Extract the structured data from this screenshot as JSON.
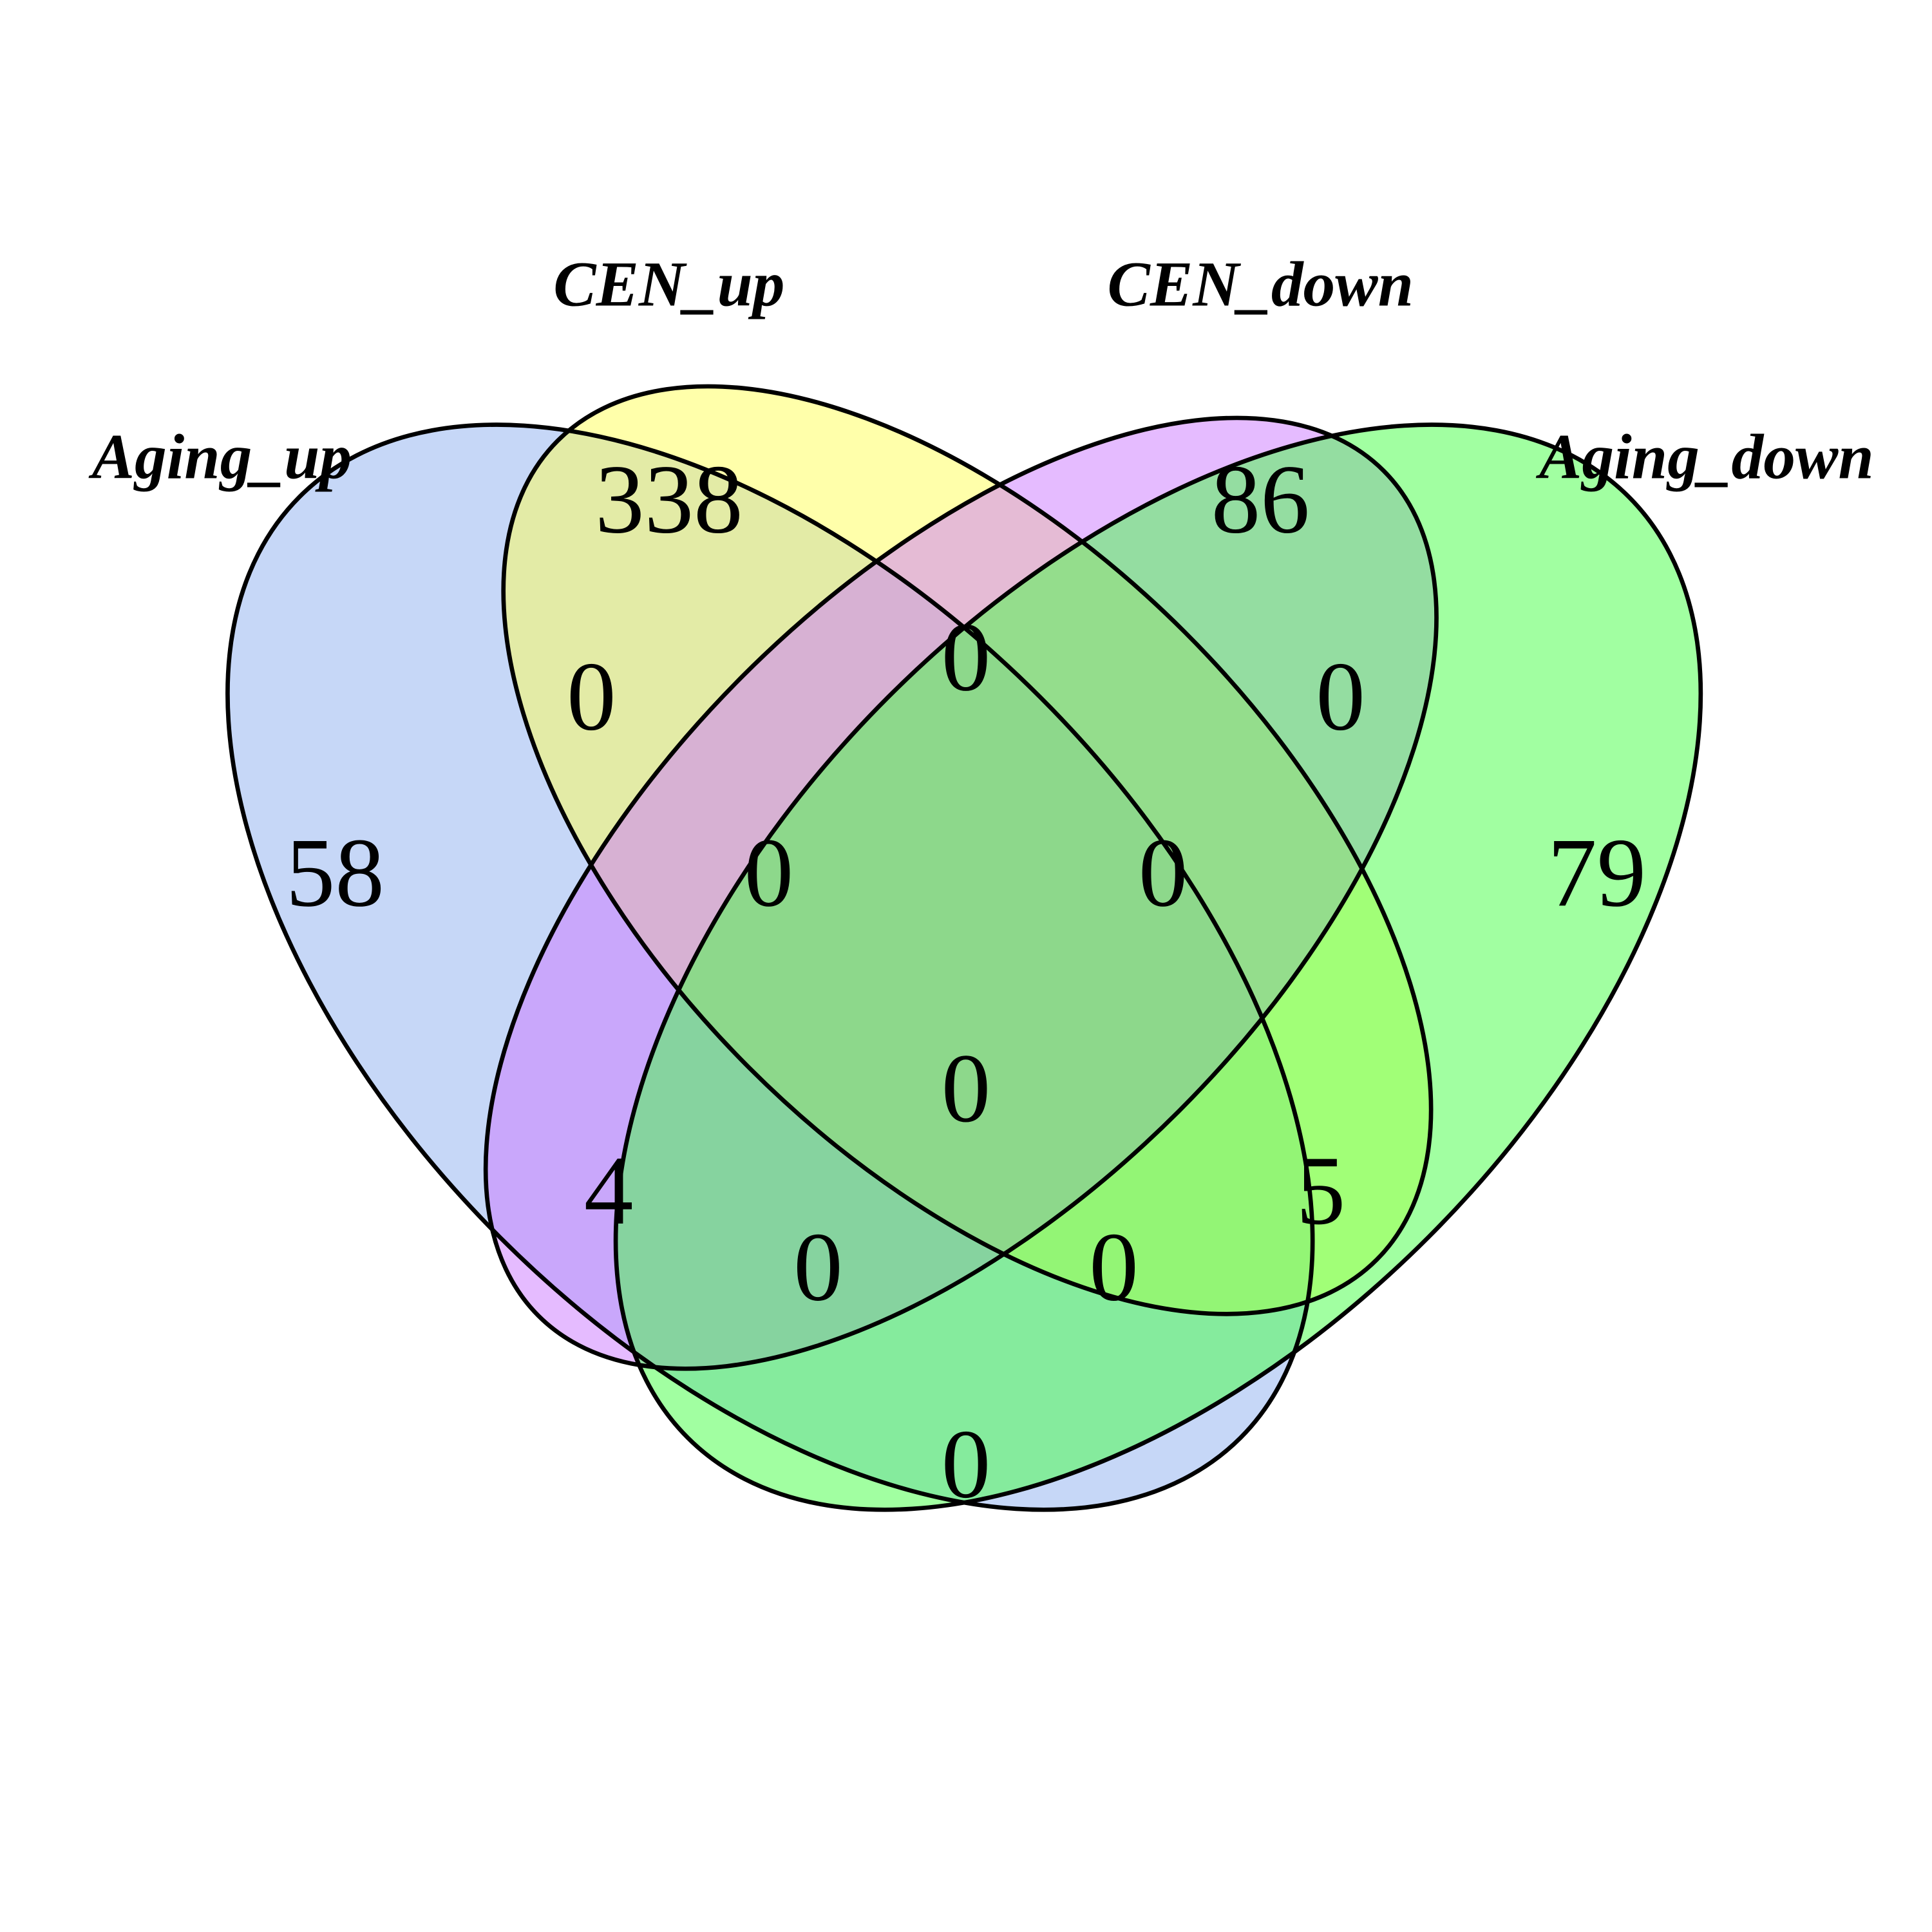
{
  "chart_data": {
    "type": "venn",
    "sets": [
      {
        "name": "Aging_up",
        "color": "#8DB0EF"
      },
      {
        "name": "CEN_up",
        "color": "#FFFF55"
      },
      {
        "name": "CEN_down",
        "color": "#CC77FF"
      },
      {
        "name": "Aging_down",
        "color": "#44FF44"
      }
    ],
    "regions": [
      {
        "sets": [
          "Aging_up"
        ],
        "count": "58"
      },
      {
        "sets": [
          "CEN_up"
        ],
        "count": "338"
      },
      {
        "sets": [
          "CEN_down"
        ],
        "count": "86"
      },
      {
        "sets": [
          "Aging_down"
        ],
        "count": "79"
      },
      {
        "sets": [
          "Aging_up",
          "CEN_up"
        ],
        "count": "0"
      },
      {
        "sets": [
          "CEN_up",
          "CEN_down"
        ],
        "count": "0"
      },
      {
        "sets": [
          "CEN_down",
          "Aging_down"
        ],
        "count": "0"
      },
      {
        "sets": [
          "Aging_up",
          "CEN_up",
          "CEN_down"
        ],
        "count": "0"
      },
      {
        "sets": [
          "CEN_up",
          "CEN_down",
          "Aging_down"
        ],
        "count": "0"
      },
      {
        "sets": [
          "Aging_up",
          "CEN_up",
          "CEN_down",
          "Aging_down"
        ],
        "count": "0"
      },
      {
        "sets": [
          "Aging_up",
          "CEN_down"
        ],
        "count": "4"
      },
      {
        "sets": [
          "CEN_up",
          "Aging_down"
        ],
        "count": "5"
      },
      {
        "sets": [
          "Aging_up",
          "CEN_down",
          "Aging_down"
        ],
        "count": "0"
      },
      {
        "sets": [
          "Aging_up",
          "CEN_up",
          "Aging_down"
        ],
        "count": "0"
      },
      {
        "sets": [
          "Aging_up",
          "Aging_down"
        ],
        "count": "0"
      }
    ]
  }
}
